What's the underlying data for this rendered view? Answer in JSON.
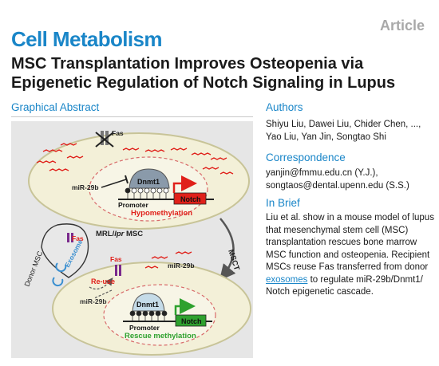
{
  "header": {
    "journal": "Cell Metabolism",
    "article_type": "Article",
    "title": "MSC Transplantation Improves Osteopenia via Epigenetic Regulation of Notch Signaling in Lupus"
  },
  "graphical_abstract": {
    "heading": "Graphical Abstract",
    "labels": {
      "fas_top": "Fas",
      "mir29b_top": "miR-29b",
      "dnmt1_top": "Dnmt1",
      "promoter_top": "Promoter",
      "notch_top": "Notch",
      "hypomethylation": "Hypomethylation",
      "mrl_prefix": "MRL/",
      "mrl_lpr": "lpr",
      "mrl_suffix": " MSC",
      "msct": "MSCT",
      "donor_msc": "Donor MSC",
      "fas_donor": "Fas",
      "exosome": "Exosome",
      "fas_bottom": "Fas",
      "mir29b_bottom_right": "miR-29b",
      "reuse": "Re-use",
      "mir29b_bottom_left": "miR-29b",
      "dnmt1_bottom": "Dnmt1",
      "promoter_bottom": "Promoter",
      "notch_bottom": "Notch",
      "rescue_methylation": "Rescue methylation"
    },
    "colors": {
      "panel_bg": "#e6e6e6",
      "cell_fill": "#f3f0d8",
      "cell_border": "#c8c498",
      "red": "#e0201a",
      "green": "#2ea12e",
      "purple": "#7a2a8c",
      "blue": "#3a8fd0"
    }
  },
  "authors": {
    "heading": "Authors",
    "line1": "Shiyu Liu, Dawei Liu, Chider Chen, ...,",
    "line2": "Yao Liu, Yan Jin, Songtao Shi"
  },
  "correspondence": {
    "heading": "Correspondence",
    "line1": "yanjin@fmmu.edu.cn (Y.J.),",
    "line2": "songtaos@dental.upenn.edu (S.S.)"
  },
  "in_brief": {
    "heading": "In Brief",
    "text_before": "Liu et al. show in a mouse model of lupus that mesenchymal stem cell (MSC) transplantation rescues bone marrow MSC function and osteopenia. Recipient MSCs reuse Fas transferred from donor ",
    "highlight": "exosomes",
    "text_after": " to regulate miR-29b/Dnmt1/ Notch epigenetic cascade."
  }
}
